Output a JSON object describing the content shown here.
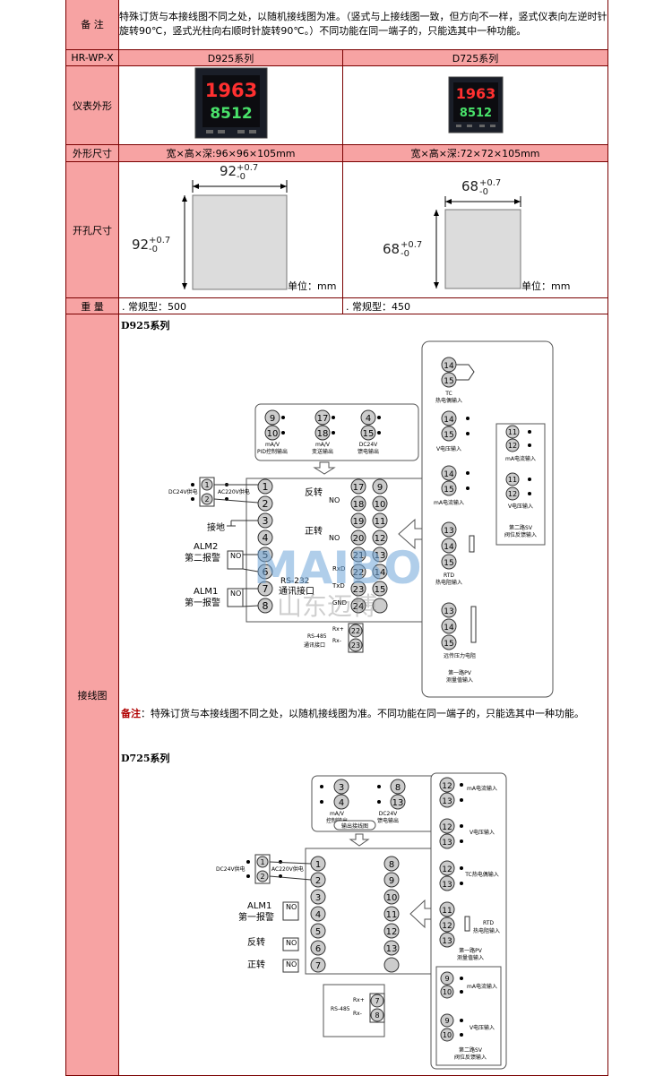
{
  "note_row": {
    "label": "备 注",
    "text": "特殊订货与本接线图不同之处，以随机接线图为准。（竖式与上接线图一致，但方向不一样，竖式仪表向左逆时针旋转90℃，竖式光柱向右顺时针旋转90℃。）不同功能在同一端子的，只能选其中一种功能。"
  },
  "model_row": {
    "label": "HR-WP-X",
    "col1": "D925系列",
    "col2": "D725系列"
  },
  "appearance_row": {
    "label": "仪表外形",
    "meter1": {
      "top": "1963",
      "bottom": "8512"
    },
    "meter2": {
      "top": "1963",
      "bottom": "8512"
    }
  },
  "dimension_row": {
    "label": "外形尺寸",
    "col1": "宽×高×深:96×96×105mm",
    "col2": "宽×高×深:72×72×105mm"
  },
  "cutout_row": {
    "label": "开孔尺寸",
    "d925": {
      "w_base": "92",
      "tol_plus": "+0.7",
      "tol_minus": "-0",
      "h_base": "92",
      "unit": "单位：mm"
    },
    "d725": {
      "w_base": "68",
      "tol_plus": "+0.7",
      "tol_minus": "-0",
      "h_base": "68",
      "unit": "单位：mm"
    }
  },
  "weight_row": {
    "label": "重 量",
    "col1": ". 常规型：500",
    "col2": ". 常规型：450"
  },
  "wiring_row": {
    "label": "接线图",
    "d925_title": "D925系列",
    "note_label": "备注",
    "note_text": "：特殊订货与本接线图不同之处，以随机接线图为准。不同功能在同一端子的，只能选其中一种功能。",
    "d725_title": "D725系列",
    "watermark": "山东迈博"
  },
  "d925_diagram": {
    "top_groups": [
      {
        "a": "9",
        "b": "10",
        "l1": "mA/V",
        "l2": "PID控制输出"
      },
      {
        "a": "17",
        "b": "18",
        "l1": "mA/V",
        "l2": "变送输出"
      },
      {
        "a": "4",
        "b": "15",
        "l1": "DC24V",
        "l2": "馈电输出"
      }
    ],
    "left_col": [
      "1",
      "2",
      "3",
      "4",
      "5",
      "6",
      "7",
      "8"
    ],
    "mid_col": [
      "17",
      "18",
      "19",
      "20",
      "21",
      "22",
      "23",
      "24"
    ],
    "right_col": [
      "9",
      "10",
      "11",
      "12",
      "13",
      "14",
      "15"
    ],
    "dc24v": "DC24V供电",
    "ac220": "AC220V供电",
    "ground": "接地",
    "alm2": "ALM2",
    "alarm2": "第二报警",
    "alm1": "ALM1",
    "alarm1": "第一报警",
    "no": "NO",
    "reverse": "反转",
    "forward": "正转",
    "rs232": "RS-232",
    "comm_port": "通讯接口",
    "rxd": "RxD",
    "txd": "TxD",
    "gnd": "GND",
    "rs485": "RS-485",
    "comm_port2": "通讯接口",
    "rx_plus": "Rx+",
    "rx_minus": "Rx-",
    "t22": "22",
    "t23": "23",
    "tc": "TC",
    "tc_in": "热电偶输入",
    "v_in": "V电压输入",
    "ma_in": "mA电流输入",
    "rtd": "RTD",
    "rtd_in": "热电阻输入",
    "remote_in": "远传压力电阻",
    "pv1": "第一路PV",
    "pv2": "测量值输入",
    "sv_ma": "mA电流输入",
    "sv_v": "V电压输入",
    "sv1": "第二路SV",
    "sv2": "阀位反馈输入",
    "n11": "11",
    "n12": "12",
    "n13": "13",
    "n14": "14",
    "n15": "15"
  },
  "d725_diagram": {
    "top_groups": [
      {
        "a": "3",
        "b": "4",
        "l1": "mA/V",
        "l2": "控制输出"
      },
      {
        "a": "8",
        "b": "13",
        "l1": "DC24V",
        "l2": "馈电输出"
      }
    ],
    "out_label": "输出接线图",
    "left_col": [
      "1",
      "2",
      "3",
      "4",
      "5",
      "6",
      "7"
    ],
    "right_col": [
      "8",
      "9",
      "10",
      "11",
      "12",
      "13"
    ],
    "dc24v": "DC24V供电",
    "ac220": "AC220V供电",
    "alm1": "ALM1",
    "alarm1": "第一报警",
    "reverse": "反转",
    "forward": "正转",
    "no": "NO",
    "rs485": "RS-485",
    "rx_plus": "Rx+",
    "rx_minus": "Rx-",
    "t7": "7",
    "t8": "8",
    "ma_in": "mA电流输入",
    "v_in": "V电压输入",
    "tc_in": "TC热电偶输入",
    "rtd": "RTD",
    "rtd_in": "热电阻输入",
    "pv1": "第一路PV",
    "pv2": "测量值输入",
    "sv_ma": "mA电流输入",
    "sv_v": "V电压输入",
    "sv1": "第二路SV",
    "sv2": "阀位反馈输入",
    "n9": "9",
    "n10": "10",
    "n11": "11",
    "n12": "12",
    "n13": "13"
  }
}
